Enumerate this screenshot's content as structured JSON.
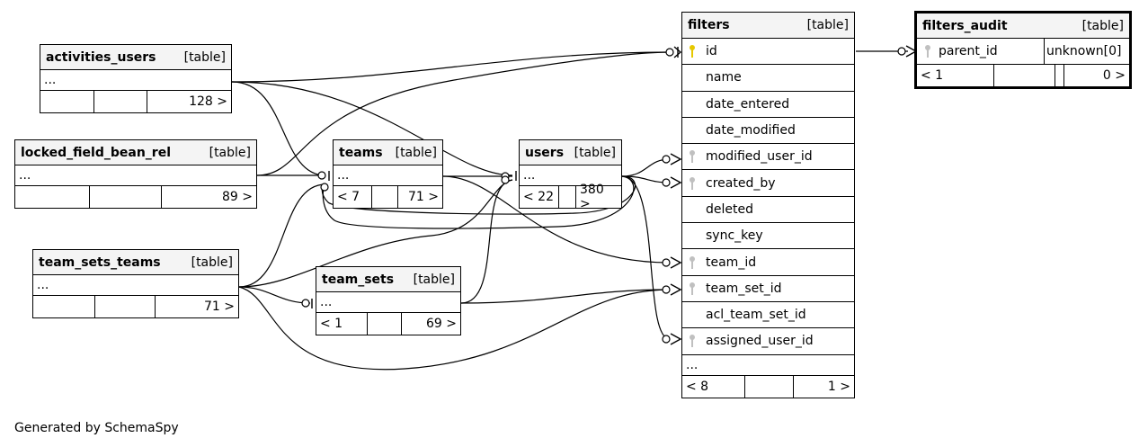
{
  "footer_text": "Generated by SchemaSpy",
  "tables": {
    "activities_users": {
      "name": "activities_users",
      "tag": "[table]",
      "ellipsis": "...",
      "foot": [
        "",
        "",
        "128 >"
      ]
    },
    "locked_field_bean_rel": {
      "name": "locked_field_bean_rel",
      "tag": "[table]",
      "ellipsis": "...",
      "foot": [
        "",
        "",
        "89 >"
      ]
    },
    "team_sets_teams": {
      "name": "team_sets_teams",
      "tag": "[table]",
      "ellipsis": "...",
      "foot": [
        "",
        "",
        "71 >"
      ]
    },
    "teams": {
      "name": "teams",
      "tag": "[table]",
      "ellipsis": "...",
      "foot": [
        "< 7",
        "",
        "71 >"
      ]
    },
    "users": {
      "name": "users",
      "tag": "[table]",
      "ellipsis": "...",
      "foot": [
        "< 22",
        "",
        "380 >"
      ]
    },
    "team_sets": {
      "name": "team_sets",
      "tag": "[table]",
      "ellipsis": "...",
      "foot": [
        "< 1",
        "",
        "69 >"
      ]
    },
    "filters": {
      "name": "filters",
      "tag": "[table]",
      "columns": [
        {
          "name": "id",
          "key": "primary"
        },
        {
          "name": "name",
          "key": "none"
        },
        {
          "name": "date_entered",
          "key": "none"
        },
        {
          "name": "date_modified",
          "key": "none"
        },
        {
          "name": "modified_user_id",
          "key": "foreign"
        },
        {
          "name": "created_by",
          "key": "foreign"
        },
        {
          "name": "deleted",
          "key": "none"
        },
        {
          "name": "sync_key",
          "key": "none"
        },
        {
          "name": "team_id",
          "key": "foreign"
        },
        {
          "name": "team_set_id",
          "key": "foreign"
        },
        {
          "name": "acl_team_set_id",
          "key": "none"
        },
        {
          "name": "assigned_user_id",
          "key": "foreign"
        }
      ],
      "ellipsis": "...",
      "foot": [
        "< 8",
        "",
        "1 >"
      ]
    },
    "filters_audit": {
      "name": "filters_audit",
      "tag": "[table]",
      "column": {
        "name": "parent_id",
        "type": "unknown[0]",
        "key": "foreign"
      },
      "foot": [
        "< 1",
        "",
        "",
        "0 >"
      ]
    }
  }
}
